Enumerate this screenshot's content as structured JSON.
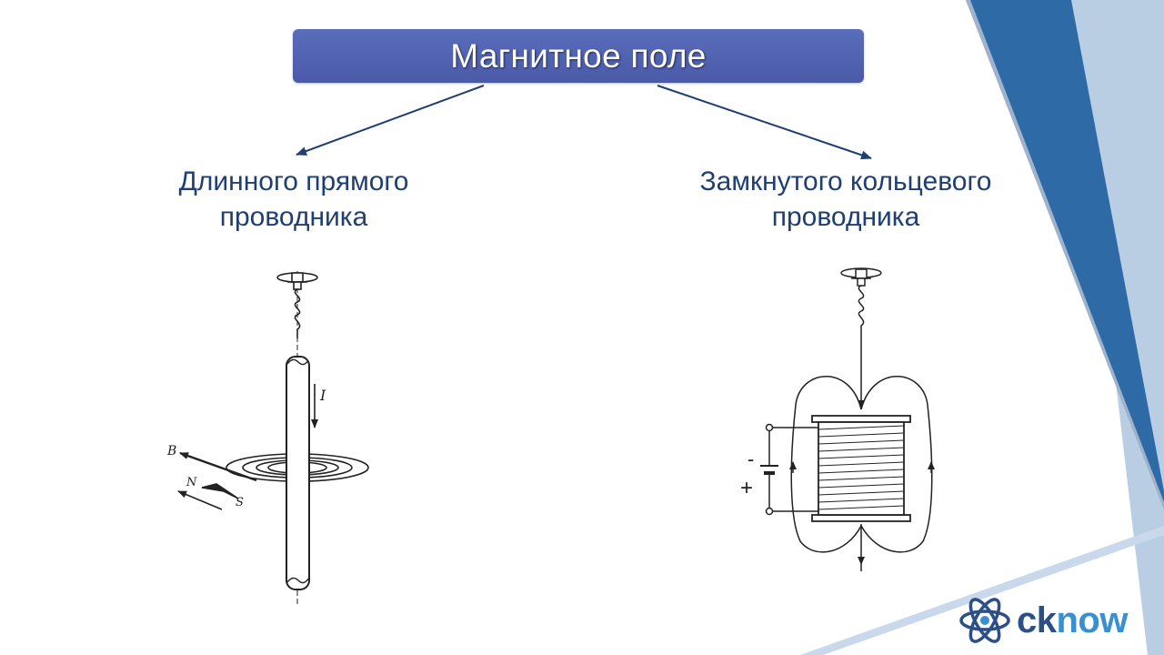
{
  "title": "Магнитное поле",
  "branches": [
    {
      "caption": "Длинного прямого\nпроводника"
    },
    {
      "caption": "Замкнутого кольцевого\nпроводника"
    }
  ],
  "left_figure": {
    "current_label": "I",
    "field_label": "B",
    "north_label": "N",
    "south_label": "S"
  },
  "right_figure": {
    "minus_label": "-",
    "plus_label": "+"
  },
  "logo": {
    "part1": "ck",
    "part2": "now"
  },
  "colors": {
    "title_bg": "#4f61ae",
    "caption_text": "#1f3f73",
    "arrow": "#1f3f73",
    "deco_dark": "#2e6aa6",
    "deco_light": "#b9cde3",
    "logo_dark": "#2b4f86",
    "logo_light": "#3a8fd0"
  }
}
